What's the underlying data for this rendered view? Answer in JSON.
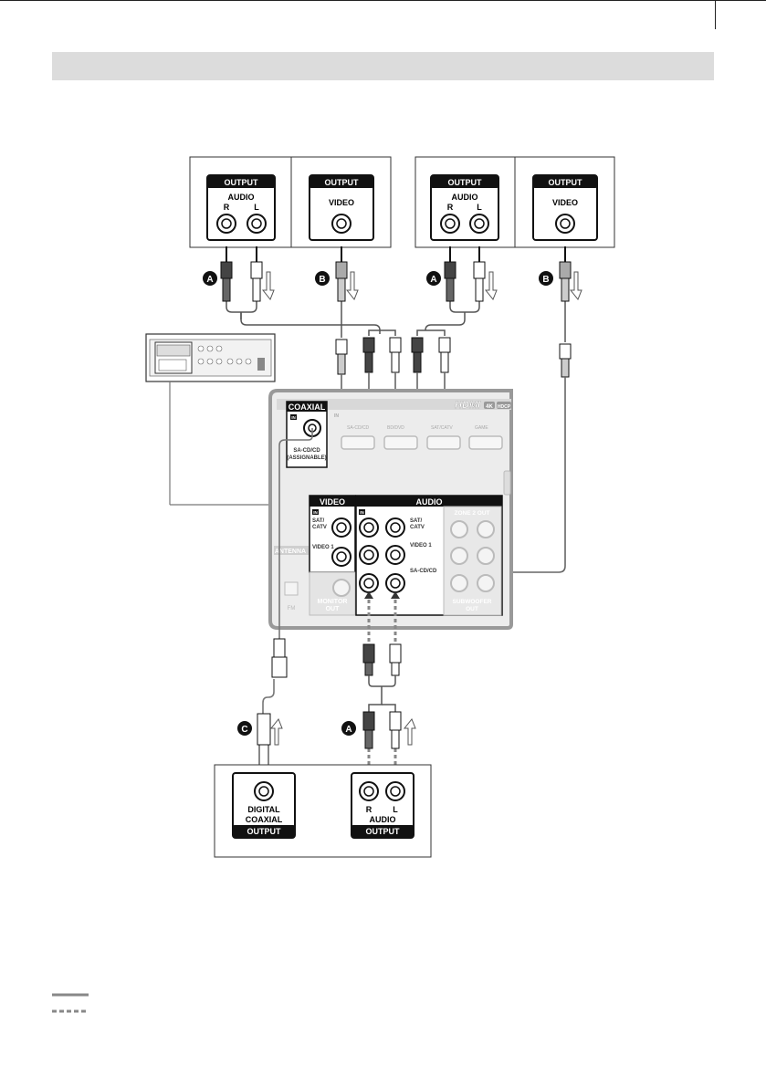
{
  "devices": {
    "top_left": {
      "audio_header": "OUTPUT",
      "audio_label": "AUDIO",
      "r": "R",
      "l": "L",
      "video_header": "OUTPUT",
      "video_label": "VIDEO"
    },
    "top_right": {
      "audio_header": "OUTPUT",
      "audio_label": "AUDIO",
      "r": "R",
      "l": "L",
      "video_header": "OUTPUT",
      "video_label": "VIDEO"
    },
    "bottom": {
      "coax_label_1": "DIGITAL",
      "coax_label_2": "COAXIAL",
      "coax_footer": "OUTPUT",
      "r": "R",
      "l": "L",
      "audio_label": "AUDIO",
      "audio_footer": "OUTPUT"
    }
  },
  "cable_markers": [
    "A",
    "B",
    "A",
    "B",
    "C",
    "A"
  ],
  "receiver": {
    "coaxial": "COAXIAL",
    "coax_in": "IN",
    "coax_sub_1": "SA-CD/CD",
    "coax_sub_2": "(ASSIGNABLE)",
    "hdmi": "HDMI",
    "hdmi_badge_1": "4K",
    "hdmi_badge_2": "HDCP",
    "hdmi_in": "IN",
    "hdmi_ports": [
      "SA-CD/CD",
      "BD/DVD",
      "SAT/CATV",
      "GAME"
    ],
    "video_section": "VIDEO",
    "audio_section": "AUDIO",
    "section_in": "IN",
    "sat_catv_1": "SAT/",
    "sat_catv_2": "CATV",
    "video1": "VIDEO 1",
    "sacd": "SA-CD/CD",
    "antenna": "ANTENNA",
    "fm": "FM",
    "monitor_out_1": "MONITOR",
    "monitor_out_2": "OUT",
    "zone2_out": "ZONE 2 OUT",
    "subwoofer_1": "SUBWOOFER",
    "subwoofer_2": "OUT"
  },
  "colors": {
    "header_bg": "#dcdcdc",
    "label_black": "#111111",
    "cable_gray": "#888888"
  }
}
